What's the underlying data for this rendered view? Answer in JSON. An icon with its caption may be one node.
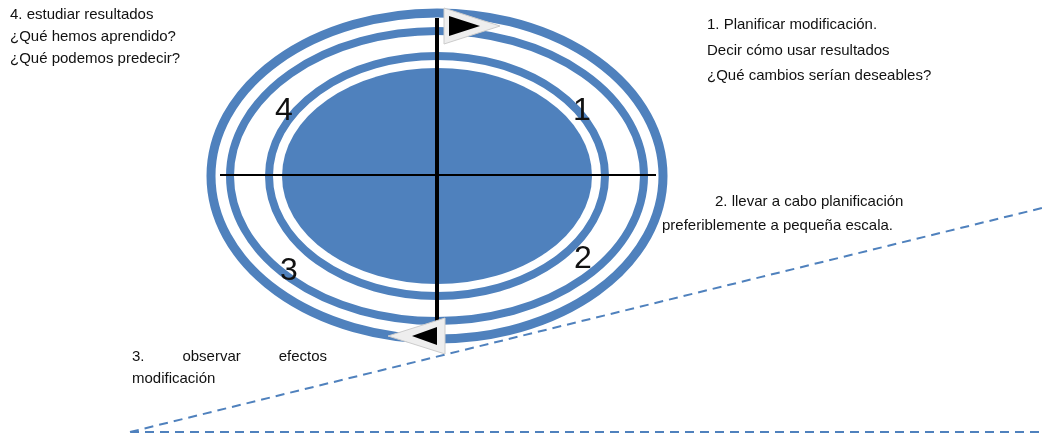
{
  "diagram": {
    "labels": [
      "4. estudiar resultados",
      "¿Qué hemos aprendido?",
      "¿Qué podemos predecir?",
      "1. Planificar modificación.",
      "Decir cómo usar resultados",
      "¿Qué cambios serían deseables?",
      "4",
      "1",
      "2. llevar a cabo planificación",
      "preferiblemente a pequeña escala.",
      "3",
      "2",
      "3. observar efectos modificación"
    ]
  }
}
